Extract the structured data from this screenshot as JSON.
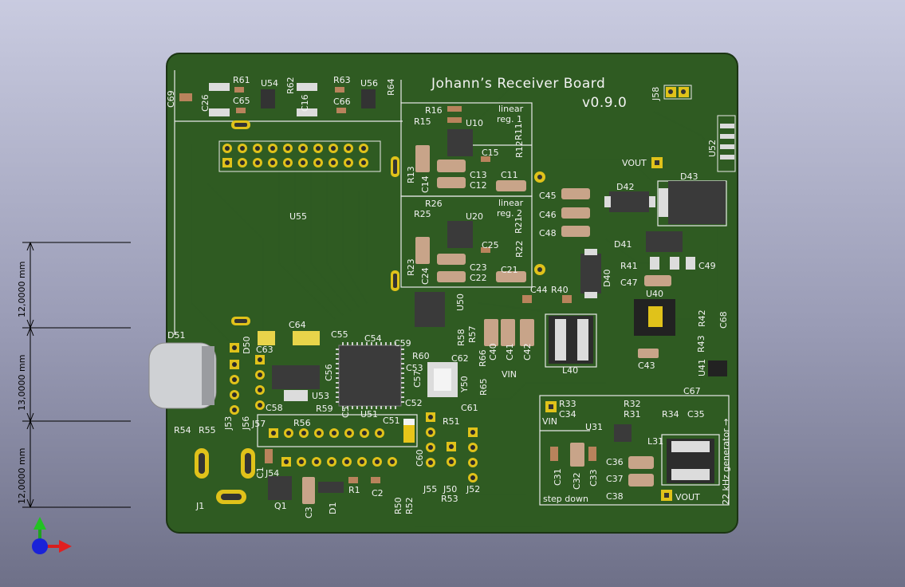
{
  "board": {
    "title": "Johann’s Receiver Board",
    "version": "v0.9.0",
    "colors": {
      "soldermask": "#2f5b22",
      "copper_trace": "#3b6d2b",
      "silkscreen": "#f2f2f2",
      "background_top": "#c9cbe0",
      "background_bottom": "#6e7088",
      "gold": "#e0c21a"
    }
  },
  "dimensions": {
    "dim1": "12,0000 mm",
    "dim2": "13,0000 mm",
    "dim3": "12,0000 mm"
  },
  "block_labels": {
    "linear_reg_1": [
      "linear",
      "reg. 1"
    ],
    "linear_reg_2": [
      "linear",
      "reg. 2"
    ],
    "step_down": "step down",
    "generator": "22 kHz generator →"
  },
  "net_labels": {
    "vout_top": "VOUT",
    "vin_mid": "VIN",
    "vin_gen": "VIN",
    "vout_gen": "VOUT"
  },
  "refs": {
    "C69": "C69",
    "C26": "C26",
    "R61": "R61",
    "C65": "C65",
    "U54": "U54",
    "R62": "R62",
    "C16": "C16",
    "R63": "R63",
    "C66": "C66",
    "U56": "U56",
    "R64": "R64",
    "R16": "R16",
    "R15": "R15",
    "U10": "U10",
    "R11": "R11",
    "R12": "R12",
    "C15": "C15",
    "R13": "R13",
    "C14": "C14",
    "C13": "C13",
    "C12": "C12",
    "C11": "C11",
    "R26": "R26",
    "R25": "R25",
    "U20": "U20",
    "R21": "R21",
    "R22": "R22",
    "C25": "C25",
    "R23": "R23",
    "C24": "C24",
    "C23": "C23",
    "C22": "C22",
    "C21": "C21",
    "J58": "J58",
    "U52": "U52",
    "D43": "D43",
    "D42": "D42",
    "D41": "D41",
    "D40": "D40",
    "C45": "C45",
    "C46": "C46",
    "C48": "C48",
    "R41": "R41",
    "C49": "C49",
    "C47": "C47",
    "C44": "C44",
    "R40": "R40",
    "U40": "U40",
    "R42": "R42",
    "C68": "C68",
    "R43": "R43",
    "U41": "U41",
    "C67": "C67",
    "C43": "C43",
    "L40": "L40",
    "C40": "C40",
    "C41": "C41",
    "C42": "C42",
    "U55": "U55",
    "U50": "U50",
    "D51": "D51",
    "D50": "D50",
    "C64": "C64",
    "C63": "C63",
    "C55": "C55",
    "C54": "C54",
    "C59": "C59",
    "R58": "R58",
    "R57": "R57",
    "R60": "R60",
    "C62": "C62",
    "C53": "C53",
    "C57": "C57",
    "R66": "R66",
    "R65": "R65",
    "Y50": "Y50",
    "C56": "C56",
    "U53": "U53",
    "U51": "U51",
    "C52": "C52",
    "C58": "C58",
    "R59": "R59",
    "C5x": "C5",
    "R56": "R56",
    "C51": "C51",
    "C61": "C61",
    "J53": "J53",
    "J56": "J56",
    "J57": "J57",
    "R54": "R54",
    "R55": "R55",
    "R51": "R51",
    "C60": "C60",
    "J55": "J55",
    "J50": "J50",
    "J52": "J52",
    "R53": "R53",
    "R50": "R50",
    "R52": "R52",
    "C1": "C1",
    "J54": "J54",
    "Q1": "Q1",
    "C3": "C3",
    "D1": "D1",
    "R1": "R1",
    "C2": "C2",
    "J1": "J1",
    "R33": "R33",
    "R32": "R32",
    "C34": "C34",
    "R31": "R31",
    "U31": "U31",
    "R34": "R34",
    "C35": "C35",
    "L31": "L31",
    "C31": "C31",
    "C32": "C32",
    "C33": "C33",
    "C36": "C36",
    "C37": "C37",
    "C38": "C38"
  }
}
